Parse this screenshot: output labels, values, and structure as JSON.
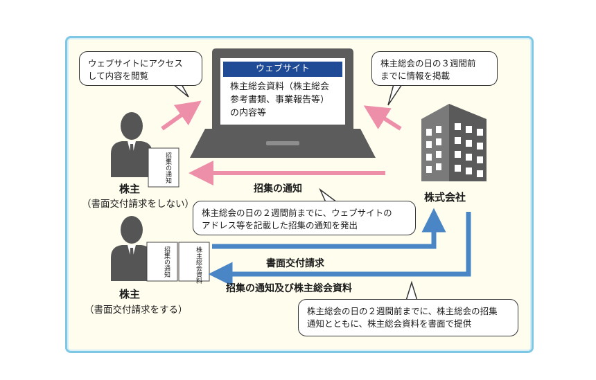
{
  "website": {
    "header": "ウェブサイト",
    "content_lines": [
      "株主総会資料（株主総会",
      "参考書類、事業報告等）",
      "の内容等"
    ]
  },
  "bubbles": {
    "access": [
      "ウェブサイトにアクセス",
      "して内容を閲覧"
    ],
    "post": [
      "株主総会の日の３週間前",
      "までに情報を掲載"
    ],
    "notice": [
      "株主総会の日の２週間前までに、ウェブサイトの",
      "アドレス等を記載した招集の通知を発出"
    ],
    "provide": [
      "株主総会の日の２週間前までに、株主総会の招集",
      "通知とともに、株主総会資料を書面で提供"
    ]
  },
  "labels": {
    "company": "株式会社",
    "shareholder1_name": "株主",
    "shareholder1_note": "（書面交付請求をしない）",
    "shareholder2_name": "株主",
    "shareholder2_note": "（書面交付請求をする）",
    "arrow_notice": "招集の通知",
    "arrow_request": "書面交付請求",
    "arrow_materials": "招集の通知及び株主総会資料"
  },
  "documents": {
    "doc1": "招集の通知",
    "doc2a": "招集の通知",
    "doc2b": "株主総会資料"
  },
  "colors": {
    "pink_arrow": "#ee8faa",
    "blue_arrow": "#4a86c6",
    "frame_border": "#7ec8e6",
    "frame_fill": "#fffdee",
    "screen_header": "#1f4a96",
    "figure_gray": "#555555"
  }
}
